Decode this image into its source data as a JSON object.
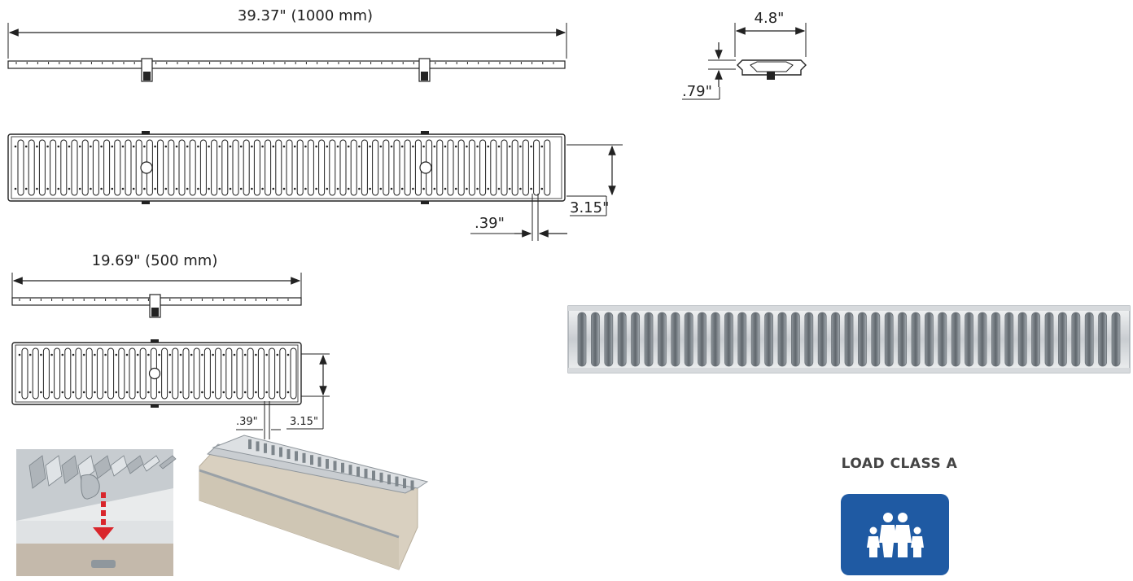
{
  "dimensions": {
    "long_length": "39.37\" (1000 mm)",
    "end_width": "4.8\"",
    "end_height": ".79\"",
    "long_width": "3.15\"",
    "long_slot": ".39\"",
    "short_length": "19.69\" (500 mm)",
    "short_slot": ".39\"",
    "short_width": "3.15\""
  },
  "load_class": {
    "title": "LOAD CLASS A",
    "icon": "family-pedestrian-icon",
    "badge_color": "#1f5aa3"
  },
  "colors": {
    "line": "#222222",
    "steel_light": "#e6e8ea",
    "steel_dark": "#9aa1a7",
    "arrow_red": "#d9262c",
    "concrete": "#d8cfbf"
  }
}
